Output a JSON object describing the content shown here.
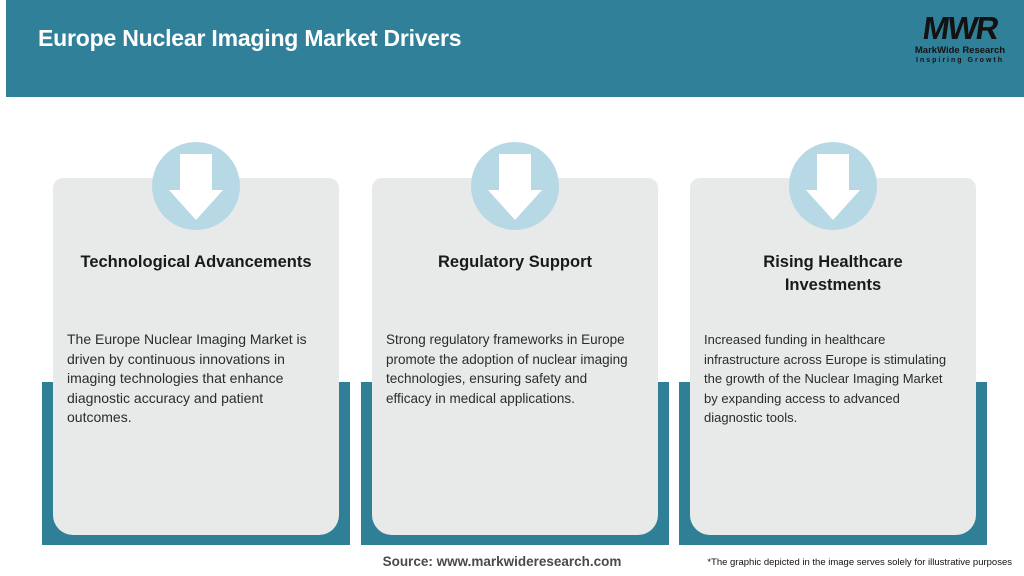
{
  "header": {
    "title": "Europe Nuclear Imaging Market Drivers"
  },
  "logo": {
    "monogram": "MWR",
    "name": "MarkWide Research",
    "tagline": "Inspiring Growth"
  },
  "cards": [
    {
      "icon": "down-arrow-icon",
      "title": "Technological Advancements",
      "body": "The Europe Nuclear Imaging Market is\ndriven by continuous innovations in\nimaging technologies that enhance\ndiagnostic accuracy and patient\noutcomes."
    },
    {
      "icon": "down-arrow-icon",
      "title": "Regulatory Support",
      "body": "Strong regulatory frameworks in Europe\npromote the adoption of nuclear imaging\ntechnologies, ensuring safety and\nefficacy in medical applications."
    },
    {
      "icon": "down-arrow-icon",
      "title": "Rising Healthcare\nInvestments",
      "body": "Increased funding in healthcare\ninfrastructure across Europe is stimulating\nthe growth of the Nuclear Imaging Market\nby expanding access to advanced\ndiagnostic tools."
    }
  ],
  "footer": {
    "source": "Source: www.markwideresearch.com",
    "disclaimer": "*The graphic depicted in the image serves solely for illustrative purposes"
  },
  "colors": {
    "header_teal": "#31809A",
    "backing_teal": "#2F7F96",
    "card_bg": "#E8EAEA",
    "icon_circle_blue": "#B7D9E6",
    "arrow_white": "#FFFFFF",
    "title_text": "#1A1A1A",
    "body_text": "#2B2B2B",
    "source_text": "#4A4A4A"
  }
}
